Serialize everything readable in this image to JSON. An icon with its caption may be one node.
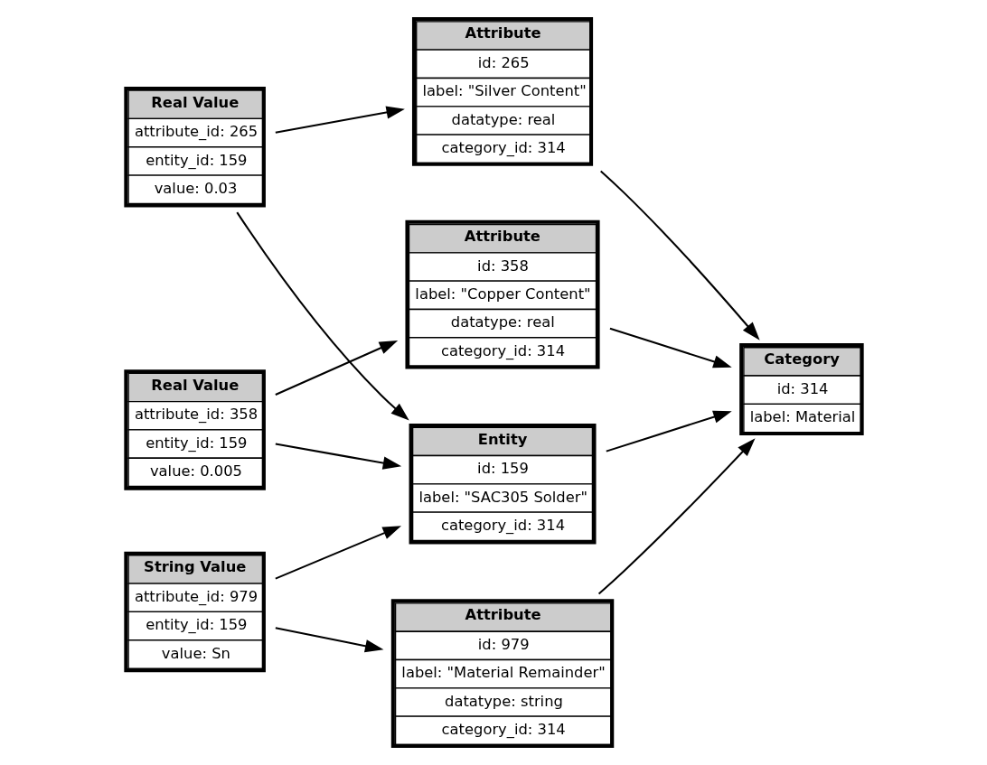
{
  "diagram": {
    "nodes": [
      {
        "text": [
          "Attribute",
          "id: 265",
          "label: \"Silver Content\"",
          "datatype: real",
          "category_id: 314"
        ]
      },
      {
        "text": [
          "Real Value",
          "attribute_id: 265",
          "entity_id: 159",
          "value: 0.03"
        ]
      },
      {
        "text": [
          "Real Value",
          "attribute_id: 358",
          "entity_id: 159",
          "value: 0.005"
        ]
      },
      {
        "text": [
          "Attribute",
          "id: 358",
          "label: \"Copper Content\"",
          "datatype: real",
          "category_id: 314"
        ]
      },
      {
        "text": [
          "Entity",
          "id: 159",
          "label: \"SAC305 Solder\"",
          "category_id: 314"
        ]
      },
      {
        "text": [
          "Category",
          "id: 314",
          "label: Material"
        ]
      },
      {
        "text": [
          "Attribute",
          "id: 979",
          "label: \"Material Remainder\"",
          "datatype: string",
          "category_id: 314"
        ]
      },
      {
        "text": [
          "String Value",
          "attribute_id: 979",
          "entity_id: 159",
          "value: Sn"
        ]
      }
    ],
    "edges": [
      {
        "from": 1,
        "to": 0,
        "arrow": "to"
      },
      {
        "from": 1,
        "to": 4,
        "arrow": "to"
      },
      {
        "from": 0,
        "to": 5,
        "arrow": "to"
      },
      {
        "from": 2,
        "to": 3,
        "arrow": "to"
      },
      {
        "from": 2,
        "to": 4,
        "arrow": "to"
      },
      {
        "from": 3,
        "to": 5,
        "arrow": "to"
      },
      {
        "from": 4,
        "to": 5,
        "arrow": "to"
      },
      {
        "from": 7,
        "to": 6,
        "arrow": "to"
      },
      {
        "from": 7,
        "to": 4,
        "arrow": "to"
      },
      {
        "from": 6,
        "to": 5,
        "arrow": "to"
      }
    ]
  }
}
